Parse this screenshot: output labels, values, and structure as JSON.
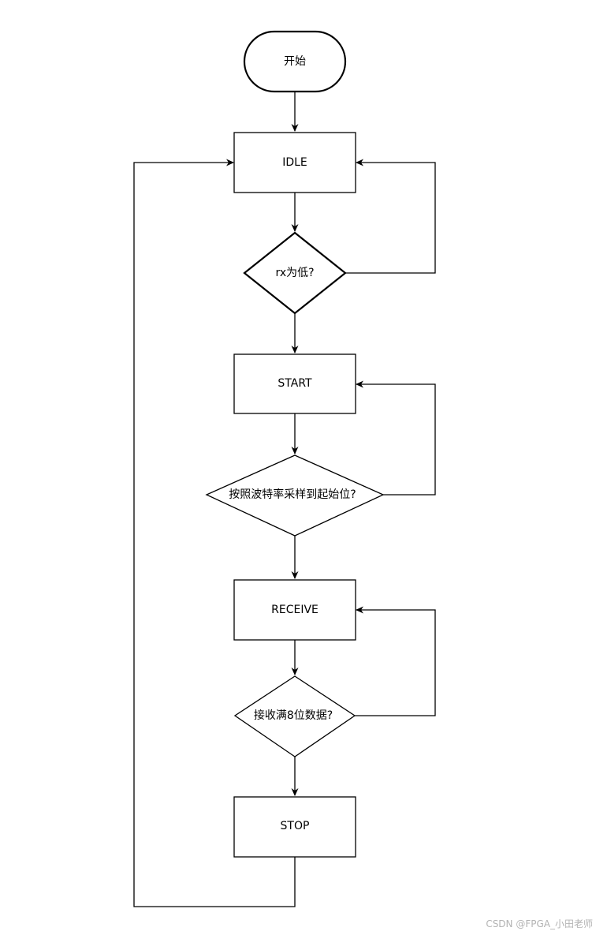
{
  "diagram": {
    "nodes": [
      {
        "id": "start",
        "shape": "terminal",
        "label": "开始"
      },
      {
        "id": "idle",
        "shape": "process",
        "label": "IDLE"
      },
      {
        "id": "rx_low",
        "shape": "decision",
        "label": "rx为低?"
      },
      {
        "id": "start_state",
        "shape": "process",
        "label": "START"
      },
      {
        "id": "start_bit",
        "shape": "decision",
        "label": "按照波特率采样到起始位?"
      },
      {
        "id": "receive",
        "shape": "process",
        "label": "RECEIVE"
      },
      {
        "id": "eight_bits",
        "shape": "decision",
        "label": "接收满8位数据?"
      },
      {
        "id": "stop",
        "shape": "process",
        "label": "STOP"
      }
    ],
    "edges": [
      {
        "from": "start",
        "to": "idle"
      },
      {
        "from": "idle",
        "to": "rx_low"
      },
      {
        "from": "rx_low",
        "to": "start_state"
      },
      {
        "from": "rx_low",
        "to": "idle"
      },
      {
        "from": "start_state",
        "to": "start_bit"
      },
      {
        "from": "start_bit",
        "to": "receive"
      },
      {
        "from": "start_bit",
        "to": "start_state"
      },
      {
        "from": "receive",
        "to": "eight_bits"
      },
      {
        "from": "eight_bits",
        "to": "stop"
      },
      {
        "from": "eight_bits",
        "to": "receive"
      },
      {
        "from": "stop",
        "to": "idle"
      }
    ]
  },
  "watermark": "CSDN @FPGA_小田老师"
}
